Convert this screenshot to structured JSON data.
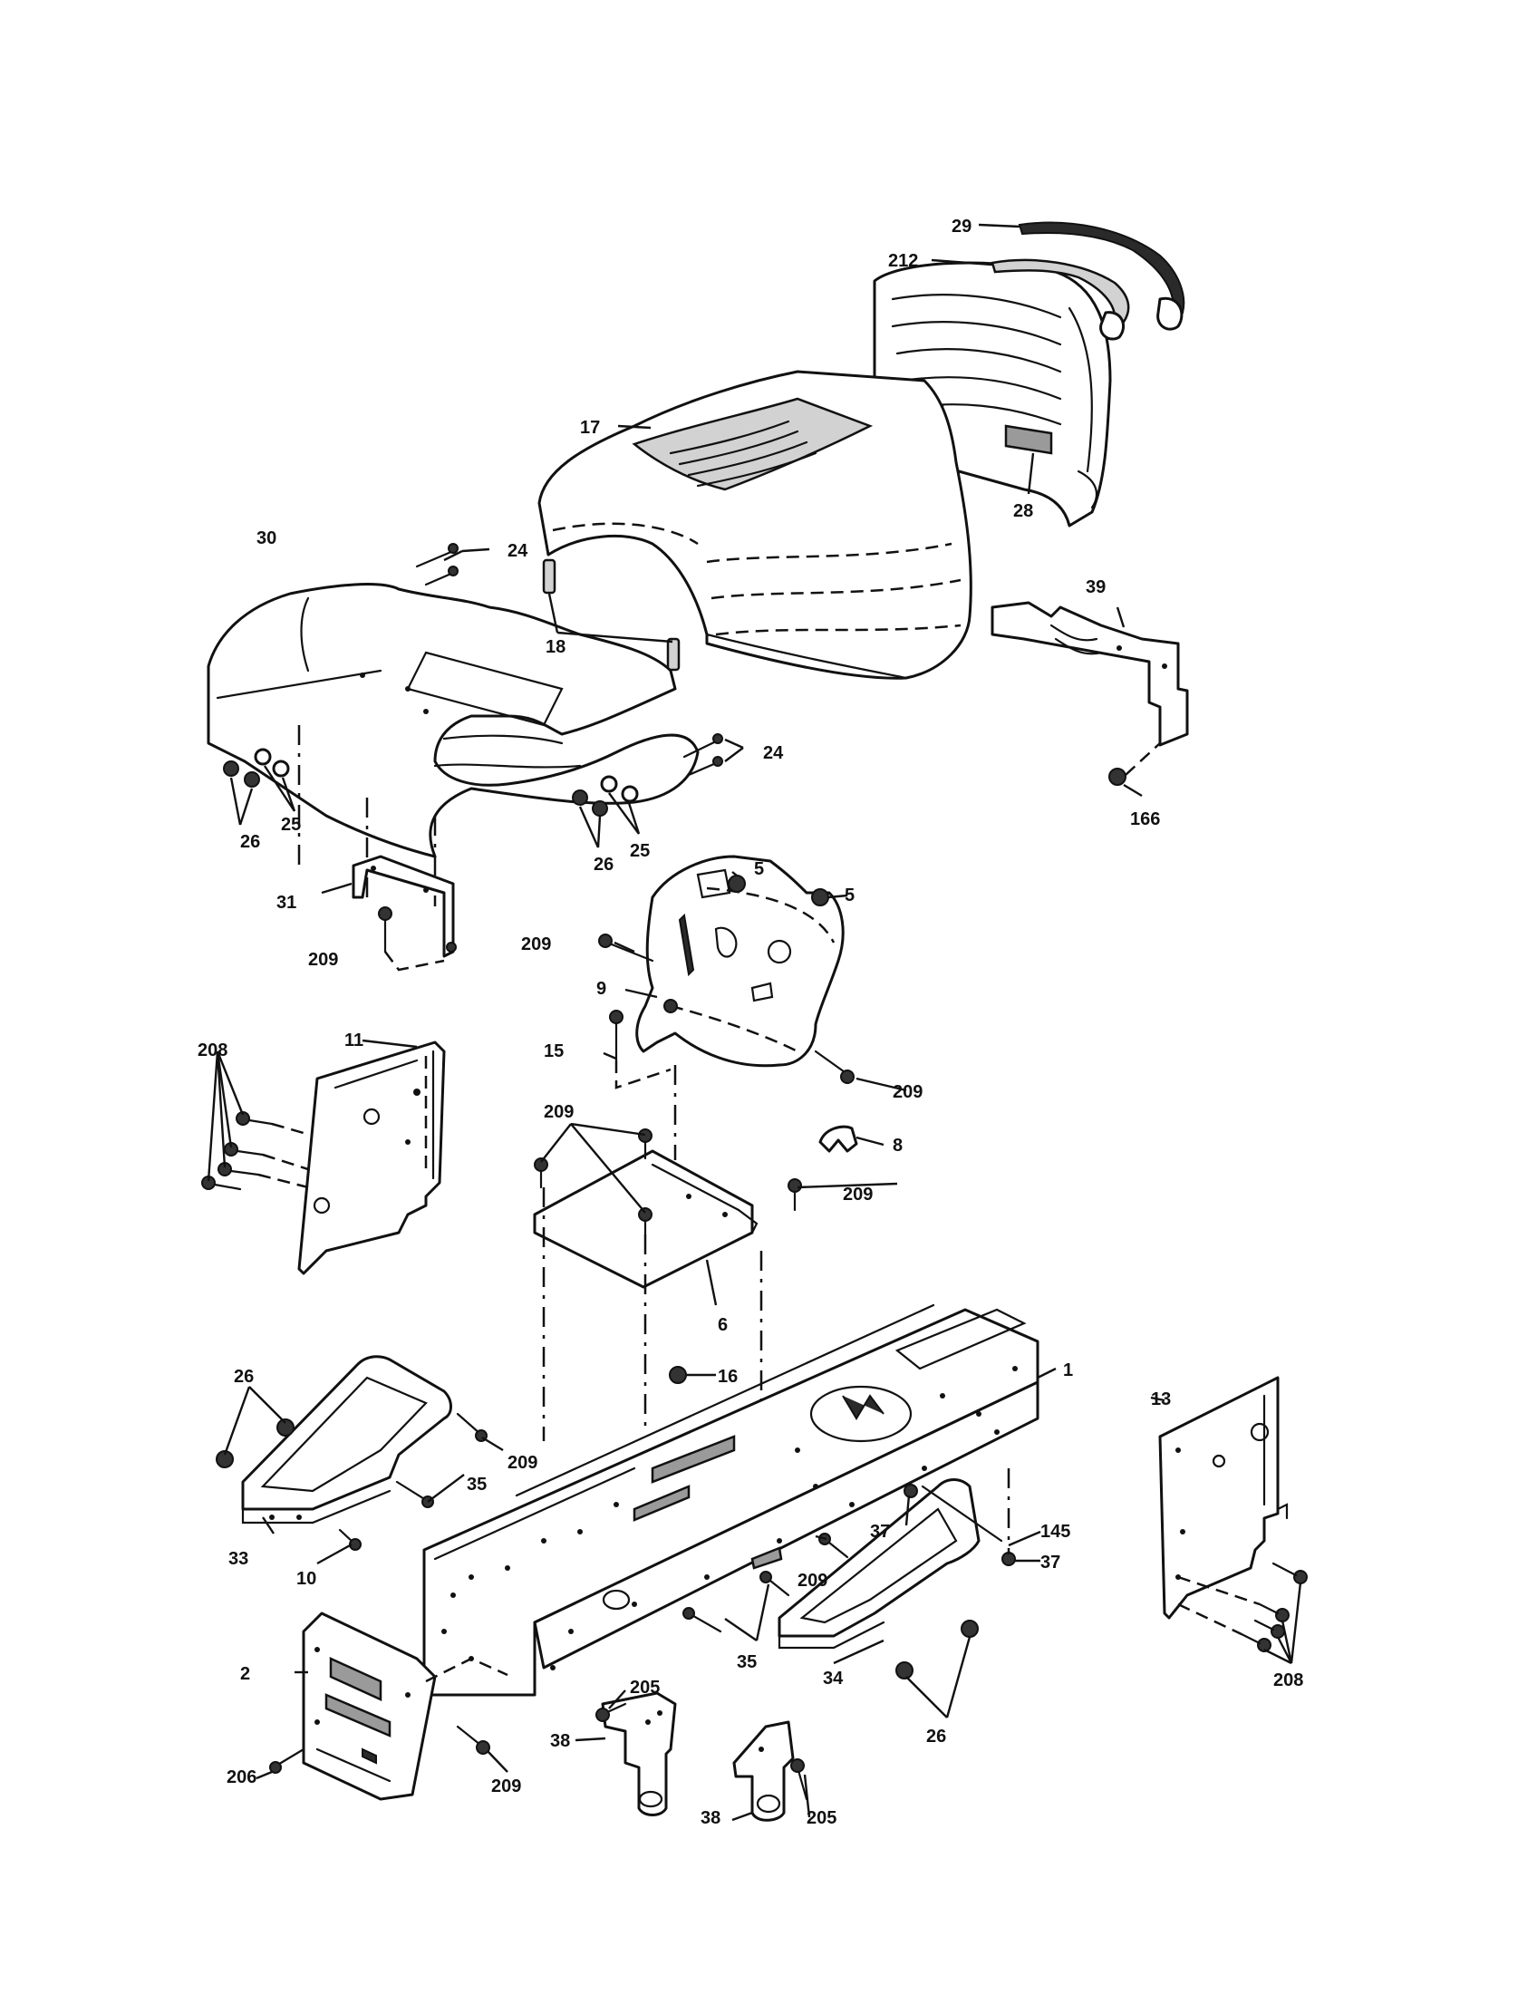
{
  "callouts": {
    "p1": "1",
    "p2": "2",
    "p5a": "5",
    "p5b": "5",
    "p6": "6",
    "p8": "8",
    "p9": "9",
    "p10": "10",
    "p11": "11",
    "p13": "13",
    "p15": "15",
    "p16": "16",
    "p17": "17",
    "p18": "18",
    "p24a": "24",
    "p24b": "24",
    "p25a": "25",
    "p25b": "25",
    "p26a": "26",
    "p26b": "26",
    "p26c": "26",
    "p26d": "26",
    "p28": "28",
    "p29": "29",
    "p30": "30",
    "p31": "31",
    "p33": "33",
    "p34": "34",
    "p35a": "35",
    "p35b": "35",
    "p37a": "37",
    "p37b": "37",
    "p38a": "38",
    "p38b": "38",
    "p39": "39",
    "p145": "145",
    "p166": "166",
    "p205a": "205",
    "p205b": "205",
    "p206": "206",
    "p208a": "208",
    "p208b": "208",
    "p209a": "209",
    "p209b": "209",
    "p209c": "209",
    "p209d": "209",
    "p209e": "209",
    "p209f": "209",
    "p209g": "209",
    "p209h": "209",
    "p212": "212"
  }
}
